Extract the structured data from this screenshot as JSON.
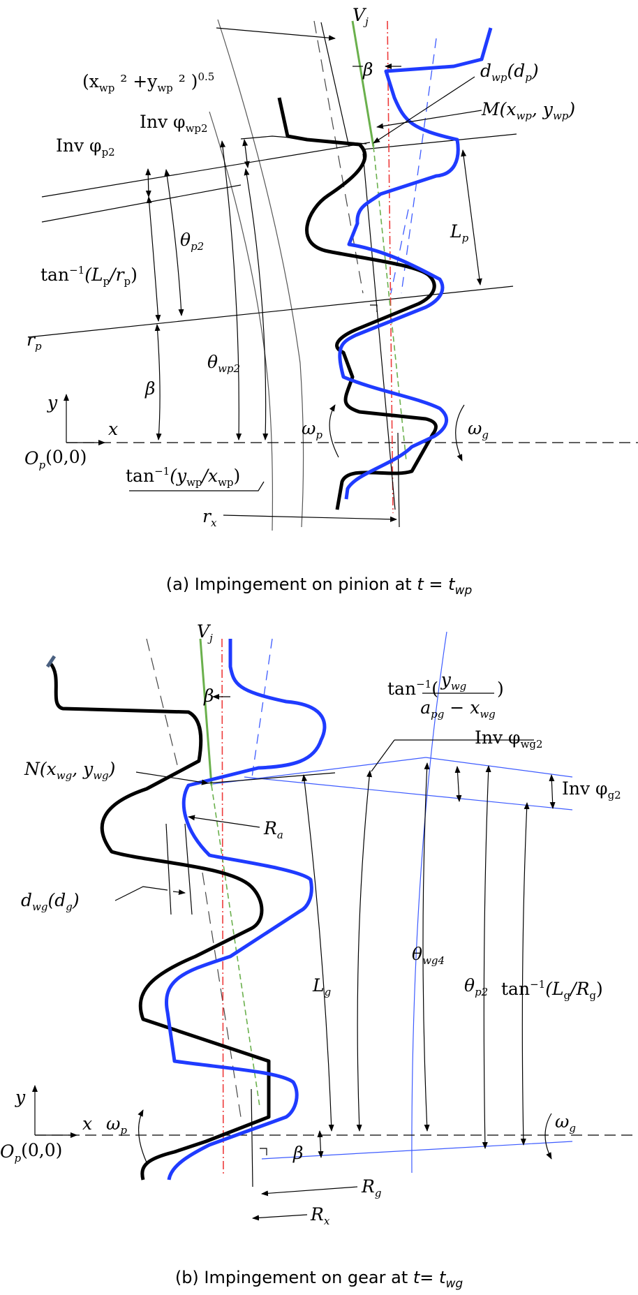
{
  "panel_a": {
    "caption_main": "(a) Impingement on pinion at ",
    "caption_t": "t",
    "caption_eq": " = ",
    "caption_sub": "t",
    "caption_subsub": "wp",
    "labels": {
      "vj": "V",
      "vj_sub": "j",
      "beta_top": "β",
      "radius": "(x",
      "radius_sub1": "wp",
      "radius_mid": " ² +y",
      "radius_sub2": "wp",
      "radius_end": " ² )",
      "radius_exp": "0.5",
      "dwp": "d",
      "dwp_sub": "wp",
      "dwp_paren": "(d",
      "dwp_paren_sub": "p",
      "dwp_close": ")",
      "m_point": "M(x",
      "m_sub1": "wp",
      "m_comma": ",  y",
      "m_sub2": "wp",
      "m_close": ")",
      "inv_wp2": "Inv φ",
      "inv_wp2_sub": "wp2",
      "inv_p2": "Inv φ",
      "inv_p2_sub": "p2",
      "theta_p2": "θ",
      "theta_p2_sub": "p2",
      "lp": "L",
      "lp_sub": "p",
      "tan_lp": "tan",
      "tan_lp_exp": "−1",
      "tan_lp_arg": "(L",
      "tan_lp_sub1": "p",
      "tan_lp_slash": "/r",
      "tan_lp_sub2": "p",
      "tan_lp_close": ")",
      "rp": "r",
      "rp_sub": "p",
      "theta_wp2": "θ",
      "theta_wp2_sub": "wp2",
      "beta_mid": "β",
      "y_axis": "y",
      "x_axis": "x",
      "origin": "O",
      "origin_sub": "p",
      "origin_coord": "(0,0)",
      "omega_p": "ω",
      "omega_p_sub": "p",
      "omega_g": "ω",
      "omega_g_sub": "g",
      "tan_y": "tan",
      "tan_y_exp": "−1",
      "tan_y_arg": "(y",
      "tan_y_sub1": "wp",
      "tan_y_slash": "/x",
      "tan_y_sub2": "wp",
      "tan_y_close": ")",
      "rx": "r",
      "rx_sub": "x"
    }
  },
  "panel_b": {
    "caption_main": "(b) Impingement on gear at ",
    "caption_t": "t",
    "caption_eq": "= ",
    "caption_sub": "t",
    "caption_subsub": "wg",
    "labels": {
      "vj": "V",
      "vj_sub": "j",
      "beta_top": "β",
      "tan_frac": "tan",
      "tan_frac_exp": "−1",
      "tan_frac_num": "y",
      "tan_frac_num_sub": "wg",
      "tan_frac_den": "a",
      "tan_frac_den_sub": "pg",
      "tan_frac_den_mid": " − x",
      "tan_frac_den_sub2": "wg",
      "inv_wg2": "Inv φ",
      "inv_wg2_sub": "wg2",
      "inv_g2": "Inv φ",
      "inv_g2_sub": "g2",
      "n_point": "N(x",
      "n_sub1": "wg",
      "n_comma": ",  y",
      "n_sub2": "wg",
      "n_close": ")",
      "ra": "R",
      "ra_sub": "a",
      "dwg": "d",
      "dwg_sub": "wg",
      "dwg_paren": "(d",
      "dwg_paren_sub": "g",
      "dwg_close": ")",
      "theta_wg4": "θ",
      "theta_wg4_sub": "wg4",
      "lg": "L",
      "lg_sub": "g",
      "theta_p2": "θ",
      "theta_p2_sub": "p2",
      "tan_lg": "tan",
      "tan_lg_exp": "−1",
      "tan_lg_arg": "(L",
      "tan_lg_sub1": "g",
      "tan_lg_slash": "/R",
      "tan_lg_sub2": "g",
      "tan_lg_close": ")",
      "y_axis": "y",
      "x_axis": "x",
      "origin": "O",
      "origin_sub": "p",
      "origin_coord": "(0,0)",
      "omega_p": "ω",
      "omega_p_sub": "p",
      "omega_g": "ω",
      "omega_g_sub": "g",
      "beta_bot": "β",
      "rg": "R",
      "rg_sub": "g",
      "rx": "R",
      "rx_sub": "x"
    }
  },
  "colors": {
    "pinion_tooth": "#000000",
    "gear_tooth": "#1f3bff",
    "jet": "#6ab04c",
    "center_line": "#ee3b3b",
    "gear_lines": "#3d5bff"
  }
}
